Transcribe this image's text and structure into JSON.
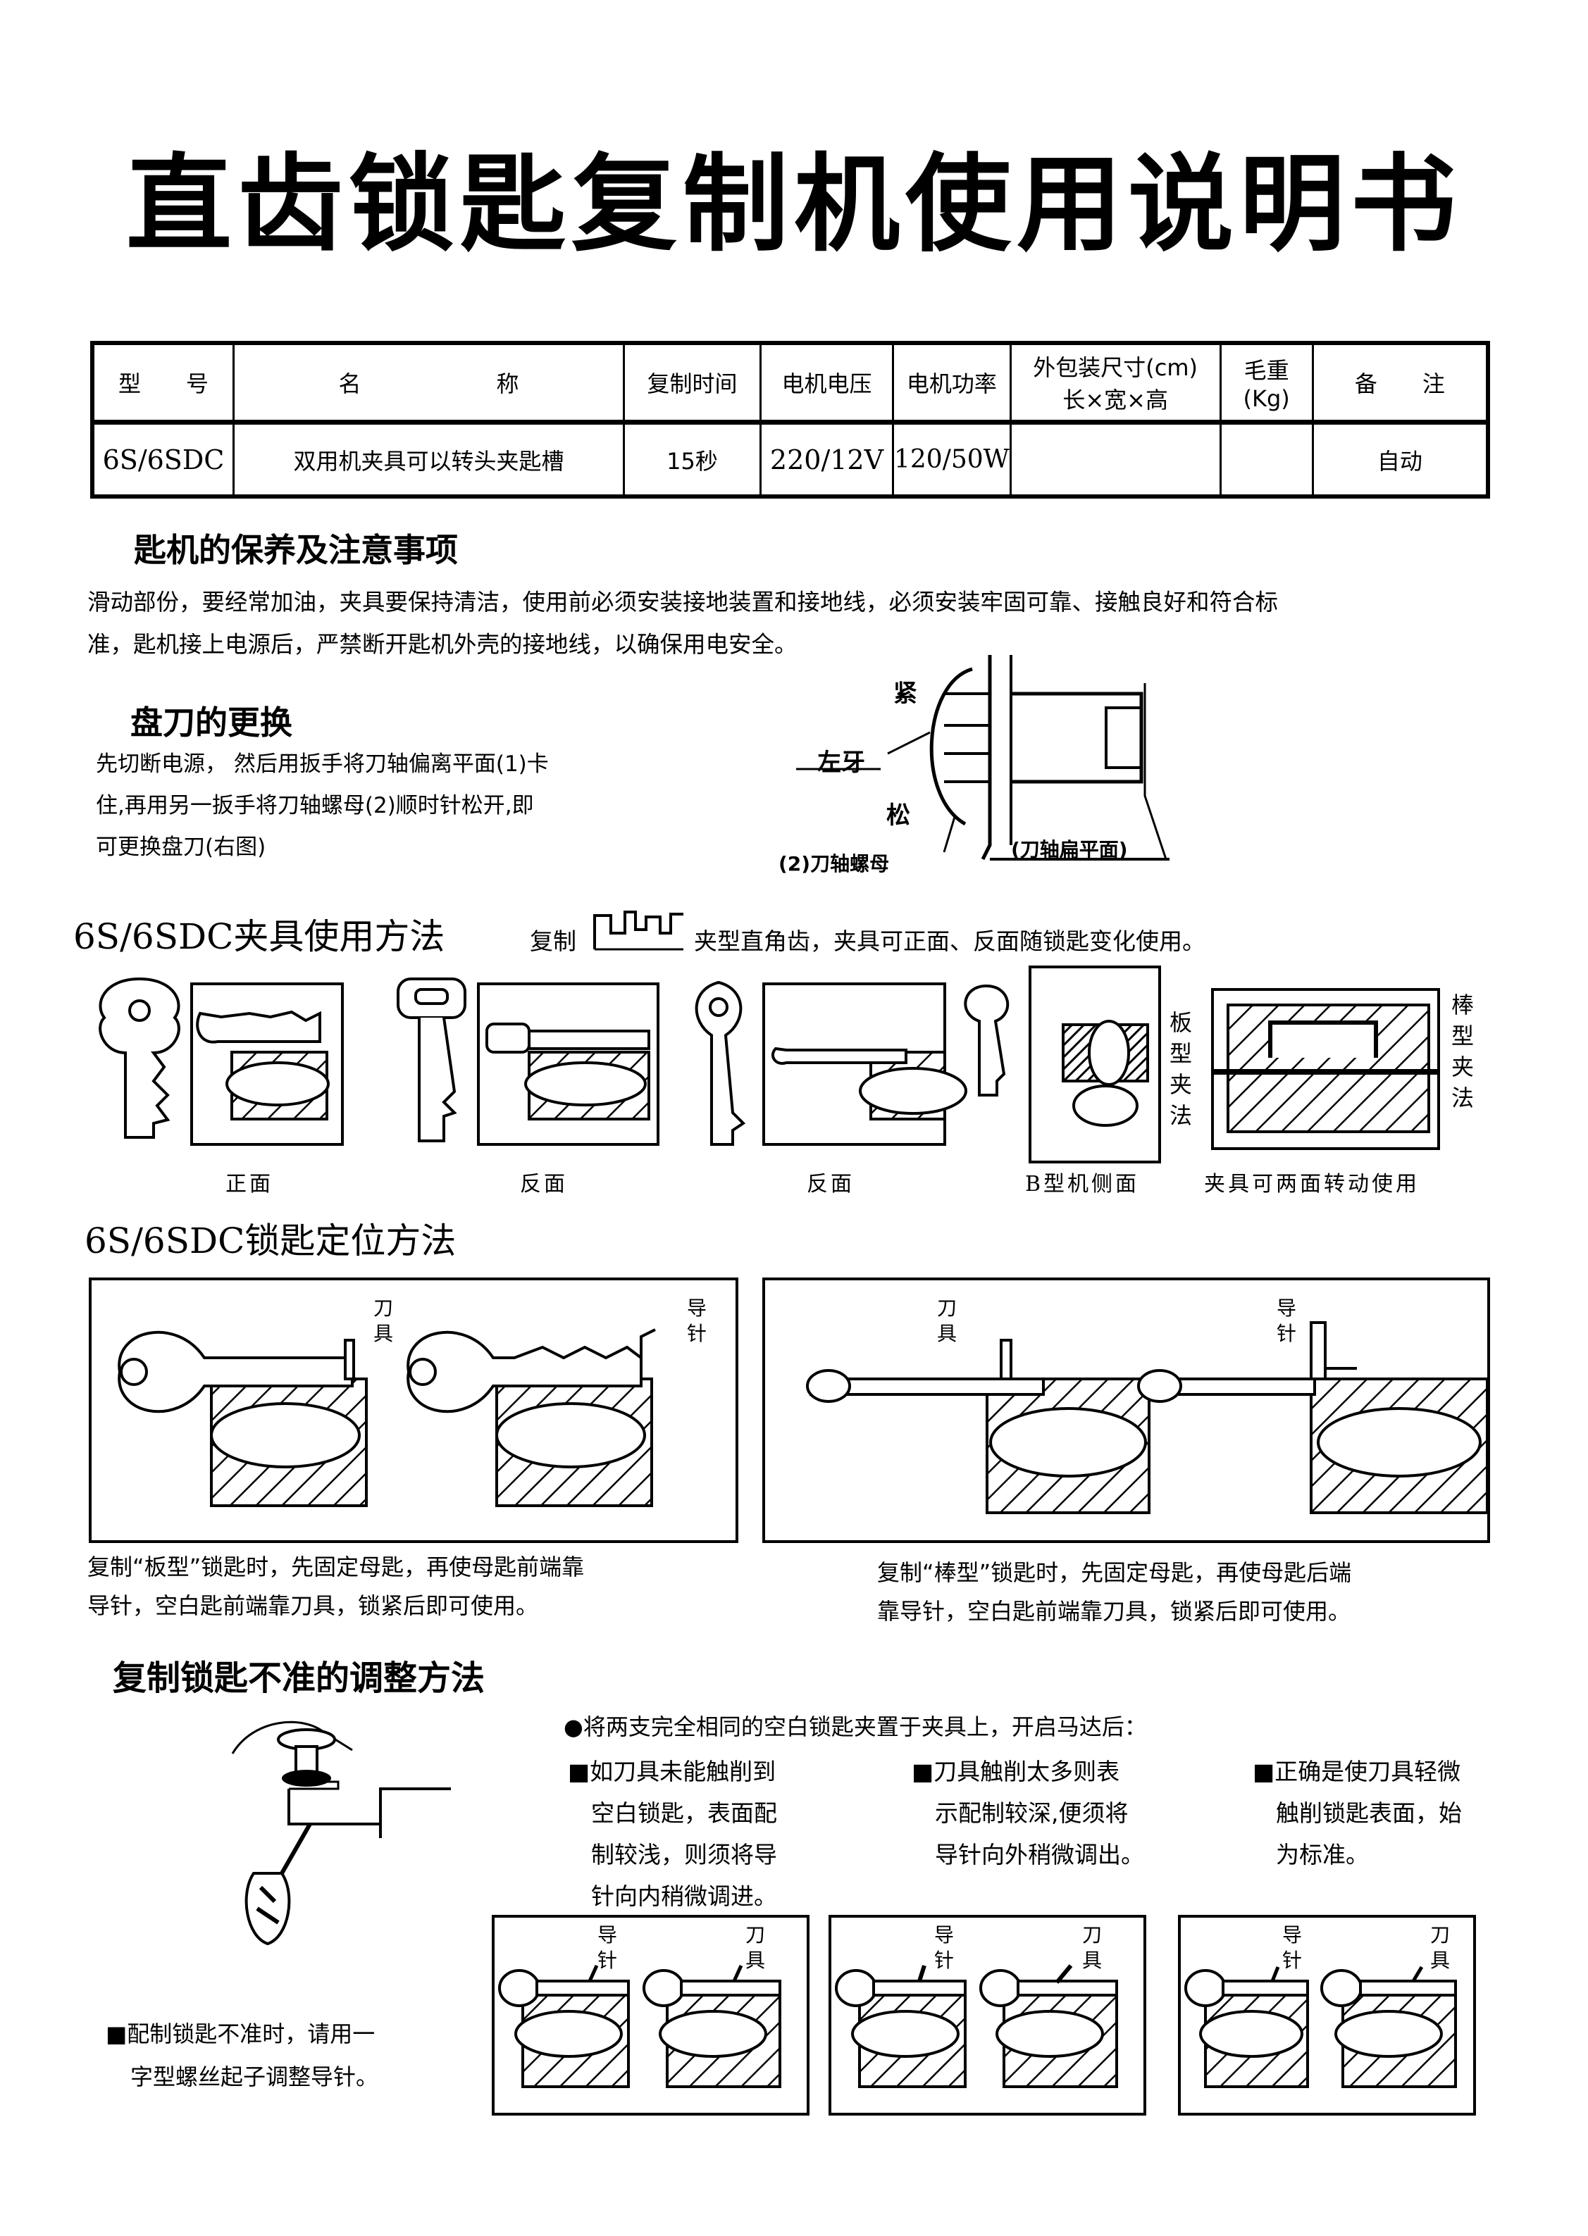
{
  "title": "直齿锁匙复制机使用说明书",
  "spec_table": {
    "headers": [
      "型　　号",
      "名　　　　　　称",
      "复制时间",
      "电机电压",
      "电机功率",
      "外包装尺寸(cm)",
      "长×宽×高",
      "毛重",
      "(Kg)",
      "备　　注"
    ],
    "row": [
      "6S/6SDC",
      "双用机夹具可以转头夹匙槽",
      "15秒",
      "220/12V",
      "120/50W",
      "",
      "",
      "自动"
    ]
  },
  "maintenance": {
    "heading": "匙机的保养及注意事项",
    "lines": [
      "滑动部份，要经常加油，夹具要保持清洁，使用前必须安装接地装置和接地线，必须安装牢固可靠、接触良好和符合标",
      "准，匙机接上电源后，严禁断开匙机外壳的接地线，以确保用电安全。"
    ]
  },
  "blade_change": {
    "heading": "盘刀的更换",
    "lines": [
      "先切断电源， 然后用扳手将刀轴偏离平面(1)卡",
      "住,再用另一扳手将刀轴螺母(2)顺时针松开,即",
      "可更换盘刀(右图)"
    ],
    "diagram_labels": {
      "tight": "紧",
      "left_thread": "左牙",
      "loose": "松",
      "nut": "(2)刀轴螺母",
      "flat": "(刀轴扁平面)"
    }
  },
  "clamp_usage": {
    "heading": "6S/6SDC夹具使用方法",
    "note_prefix": "复制",
    "note_suffix": "夹型直角齿，夹具可正面、反面随锁匙变化使用。",
    "captions": [
      "正面",
      "反面",
      "反面",
      "B型机侧面",
      "夹具可两面转动使用"
    ],
    "plate_label": "板型夹法",
    "rod_label": "棒型夹法"
  },
  "positioning": {
    "heading": "6S/6SDC锁匙定位方法",
    "cutter": "刀具",
    "guide": "导针",
    "left_caption": [
      "复制“板型”锁匙时，先固定母匙，再使母匙前端靠",
      "导针，空白匙前端靠刀具，锁紧后即可使用。"
    ],
    "right_caption": [
      "复制“棒型”锁匙时，先固定母匙，再使母匙后端",
      "靠导针，空白匙前端靠刀具，锁紧后即可使用。"
    ]
  },
  "adjustment": {
    "heading": "复制锁匙不准的调整方法",
    "intro": "●将两支完全相同的空白锁匙夹置于夹具上，开启马达后：",
    "columns": [
      [
        "■如刀具未能触削到",
        "空白锁匙，表面配",
        "制较浅，则须将导",
        "针向内稍微调进。"
      ],
      [
        "■刀具触削太多则表",
        "示配制较深,便须将",
        "导针向外稍微调出。"
      ],
      [
        "■正确是使刀具轻微",
        "触削锁匙表面，始",
        "为标准。"
      ]
    ],
    "screwdriver_note": [
      "■配制锁匙不准时，请用一",
      "字型螺丝起子调整导针。"
    ]
  }
}
